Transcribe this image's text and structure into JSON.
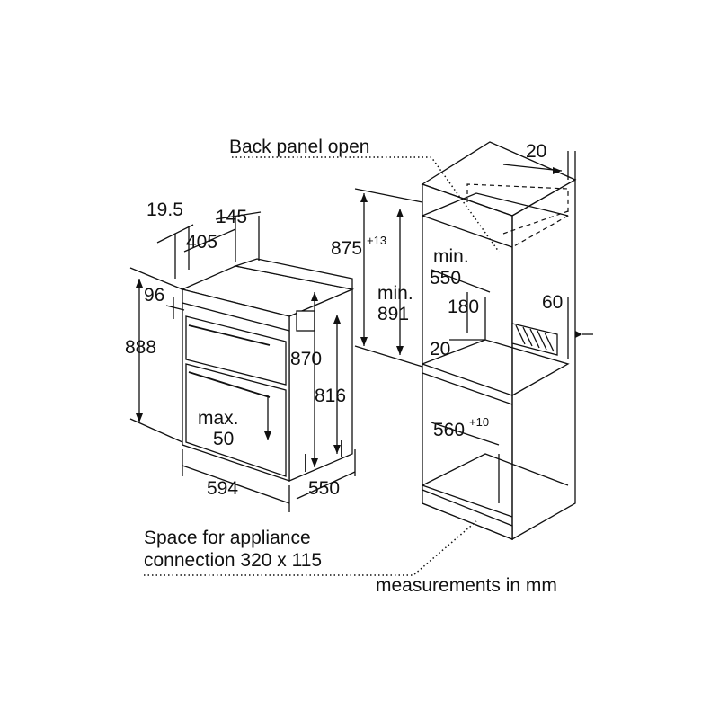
{
  "labels": {
    "back_panel": "Back panel open",
    "d20_top": "20",
    "d19_5": "19.5",
    "d145": "145",
    "d405": "405",
    "d875": "875",
    "d875_sup": "+13",
    "min_891_a": "min.",
    "min_891_b": "891",
    "min_550_a": "min.",
    "min_550_b": "550",
    "d180": "180",
    "d60": "60",
    "d20_mid": "20",
    "d96": "96",
    "d888": "888",
    "d870": "870",
    "d816": "816",
    "max50_a": "max.",
    "max50_b": "50",
    "d560": "560",
    "d560_sup": "+10",
    "d594": "594",
    "d550": "550",
    "space_a": "Space for appliance",
    "space_b": "connection 320 x 115",
    "units": "measurements in mm"
  },
  "colors": {
    "line": "#111111",
    "background": "#ffffff"
  }
}
